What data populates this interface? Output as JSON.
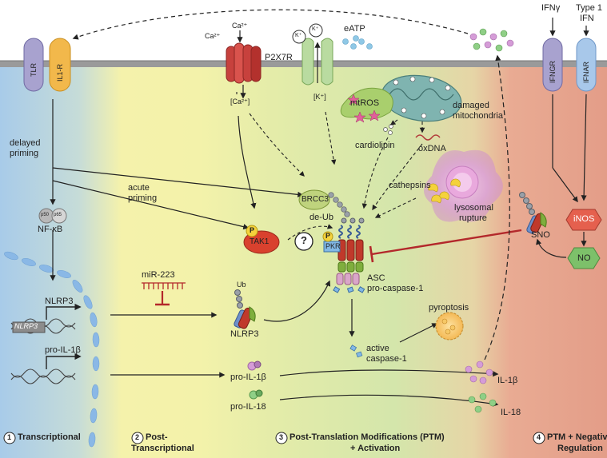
{
  "membrane_receptors": {
    "tlr": "TLR",
    "il1r": "IL1-R",
    "ifngr": "IFNGR",
    "ifnar": "IFNAR"
  },
  "ligands": {
    "ifng": "IFNγ",
    "type1_ifn_line1": "Type 1",
    "type1_ifn_line2": "IFN",
    "ca_out1": "Ca²⁺",
    "ca_out2": "Ca²⁺",
    "ca_in": "[Ca²⁺]",
    "k_in": "[K⁺]",
    "k_ion1": "K⁺",
    "k_ion2": "K⁺",
    "p2x7r": "P2X7R",
    "eatp": "eATP"
  },
  "transcription": {
    "delayed_priming_1": "delayed",
    "delayed_priming_2": "priming",
    "acute_priming_1": "acute",
    "acute_priming_2": "priming",
    "p50": "p50",
    "p65": "p65",
    "nfkb": "NF-κB",
    "nlrp3_gene": "NLRP3",
    "nlrp3_mrna": "NLRP3",
    "pro_il1b_mrna": "pro-IL-1β"
  },
  "post_transcriptional": {
    "mir223": "miR-223"
  },
  "ptm": {
    "ub": "Ub",
    "nlrp3_protein": "NLRP3",
    "tak1": "TAK1",
    "p1": "P",
    "p2": "P",
    "question": "?",
    "brcc3": "BRCC3",
    "de_ub": "de-Ub",
    "pkr": "PKR",
    "asc": "ASC",
    "pro_caspase": "pro-caspase-1",
    "active_caspase_1": "active",
    "active_caspase_2": "caspase-1",
    "pyroptosis": "pyroptosis",
    "pro_il1b": "pro-IL-1β",
    "pro_il18": "pro-IL-18",
    "il1b": "IL-1β",
    "il18": "IL-18"
  },
  "organelles": {
    "mtros": "mtROS",
    "damaged_1": "damaged",
    "damaged_2": "mitochondria",
    "cardiolipin": "cardiolipin",
    "oxdna": "oxDNA",
    "cathepsins": "cathepsins",
    "lysosomal_1": "lysosomal",
    "lysosomal_2": "rupture"
  },
  "negative_regulation": {
    "inos": "iNOS",
    "no": "NO",
    "sno": "SNO"
  },
  "stages": {
    "s1_num": "1",
    "s1_label": "Transcriptional",
    "s2_num": "2",
    "s2_label_1": "Post-",
    "s2_label_2": "Transcriptional",
    "s3_num": "3",
    "s3_label_1": "Post-Translation Modifications (PTM)",
    "s3_label_2": "+ Activation",
    "s4_num": "4",
    "s4_label_1": "PTM + Negative",
    "s4_label_2": "Regulation"
  },
  "colors": {
    "blue_zone": "#a9cdea",
    "yellow_zone": "#f4f1a6",
    "green_zone": "#cfe4ab",
    "red_zone": "#e7a68f",
    "inhibit_red": "#b3282b",
    "nlrp3_red": "#c0392b",
    "asc_green": "#7fae3d",
    "caspase_pink": "#d9a6c9"
  }
}
